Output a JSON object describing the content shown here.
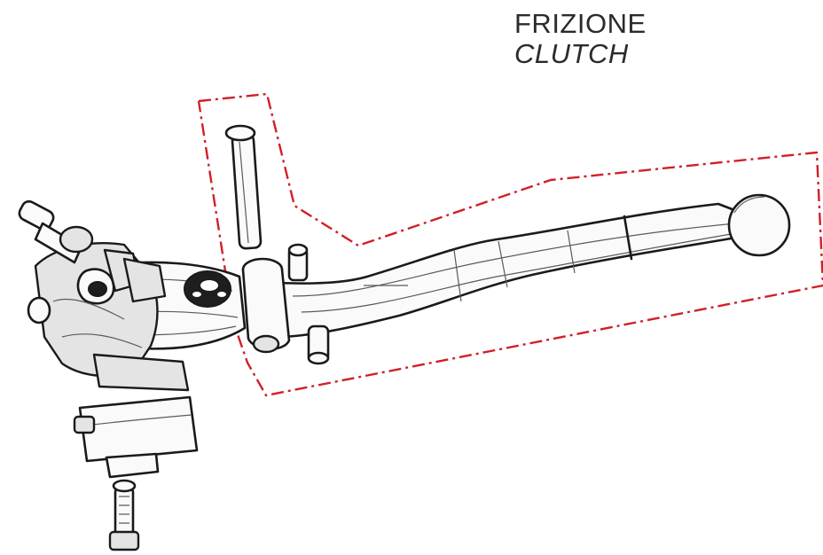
{
  "caption": {
    "main": "FRIZIONE",
    "sub": "CLUTCH"
  },
  "colors": {
    "outline": "#1a1a1a",
    "highlight_dash": "#d0202a",
    "caption_text": "#2b2b2b"
  },
  "icons": [
    "clutch-lever-assembly-illustration"
  ]
}
